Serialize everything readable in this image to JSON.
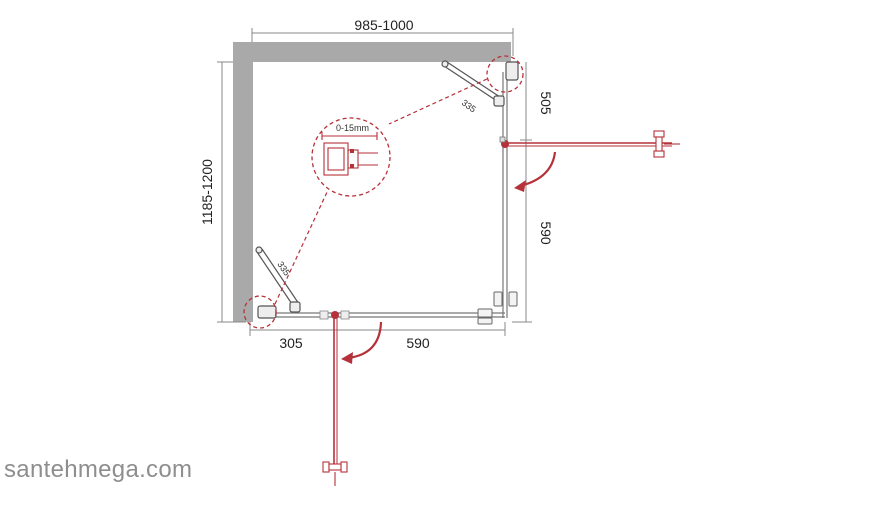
{
  "dimensions": {
    "top_width": "985-1000",
    "left_height": "1185-1200",
    "right_top_segment": "505",
    "right_lower_segment": "590",
    "bottom_left_segment": "305",
    "bottom_right_segment": "590",
    "top_hinge_arm": "335",
    "bottom_hinge_arm": "335"
  },
  "detail": {
    "adjustment_label": "0-15mm"
  },
  "watermark": "santehmega.com",
  "colors": {
    "wall": "#a9a9a9",
    "accent_red": "#b5323a",
    "line": "#666666"
  }
}
